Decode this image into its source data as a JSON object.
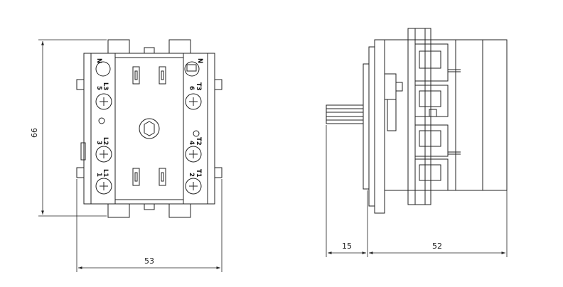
{
  "dimensions": {
    "height_label": "66",
    "front_width_label": "53",
    "shaft_label": "15",
    "body_depth_label": "52"
  },
  "terminals": {
    "left": [
      "N",
      "5",
      "L3",
      "3",
      "L2",
      "1",
      "L1"
    ],
    "right": [
      "N",
      "6",
      "T3",
      "4",
      "T2",
      "2",
      "T1"
    ]
  }
}
